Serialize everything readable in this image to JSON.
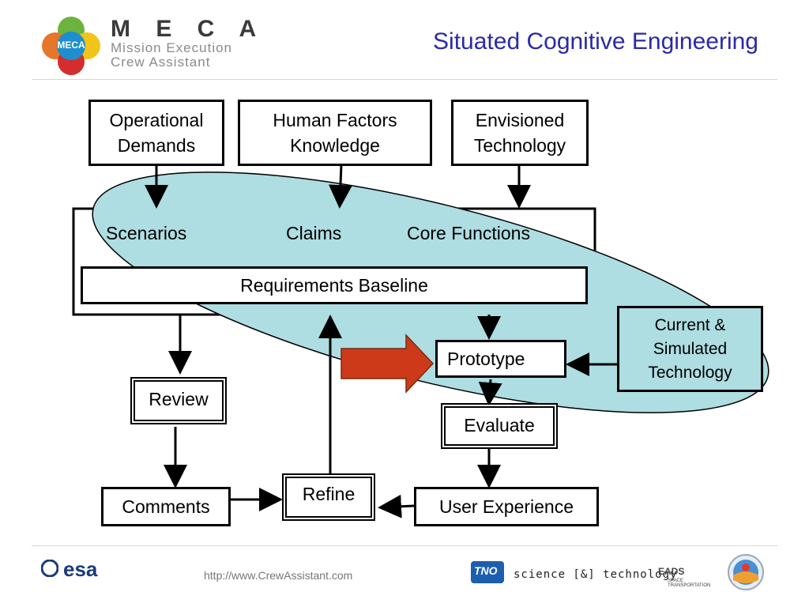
{
  "header": {
    "logo_big": "M E C A",
    "logo_line1": "Mission Execution",
    "logo_line2": "Crew Assistant",
    "logo_badge": "MECA",
    "title": "Situated Cognitive Engineering"
  },
  "diagram": {
    "operational_demands": "Operational Demands",
    "human_factors": "Human Factors Knowledge",
    "envisioned_technology": "Envisioned Technology",
    "scenarios": "Scenarios",
    "claims": "Claims",
    "core_functions": "Core Functions",
    "requirements_baseline": "Requirements Baseline",
    "prototype": "Prototype",
    "current_tech": "Current & Simulated Technology",
    "review": "Review",
    "evaluate": "Evaluate",
    "comments": "Comments",
    "refine": "Refine",
    "user_experience": "User Experience"
  },
  "colors": {
    "ellipse_fill": "#aedde2",
    "arrow_fill": "#cc3a1a",
    "title_color": "#2a2aa8"
  },
  "footer": {
    "esa": "esa",
    "url": "http://www.CrewAssistant.com",
    "tno": "TNO",
    "science": "science [&] technology",
    "eads": "EADS",
    "eads_sub": "SPACE TRANSPORTATION"
  }
}
